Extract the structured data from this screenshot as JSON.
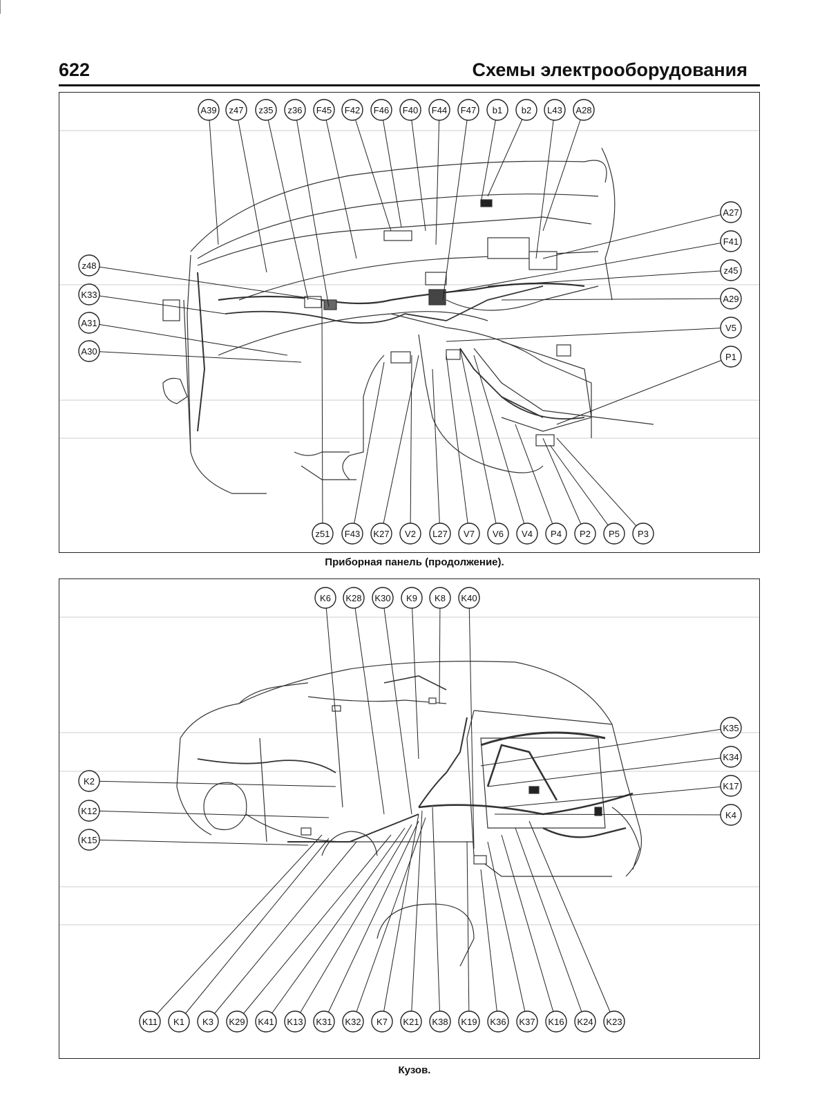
{
  "header": {
    "page_number": "622",
    "title": "Схемы электрооборудования"
  },
  "panel_dashboard": {
    "caption": "Приборная панель (продолжение).",
    "labels_top": [
      "A39",
      "z47",
      "z35",
      "z36",
      "F45",
      "F42",
      "F46",
      "F40",
      "F44",
      "F47",
      "b1",
      "b2",
      "L43",
      "A28"
    ],
    "labels_left": [
      "z48",
      "K33",
      "A31",
      "A30"
    ],
    "labels_right": [
      "A27",
      "F41",
      "z45",
      "A29",
      "V5",
      "P1"
    ],
    "labels_bottom": [
      "z51",
      "F43",
      "K27",
      "V2",
      "L27",
      "V7",
      "V6",
      "V4",
      "P4",
      "P2",
      "P5",
      "P3"
    ]
  },
  "panel_body": {
    "caption": "Кузов.",
    "labels_top": [
      "K6",
      "K28",
      "K30",
      "K9",
      "K8",
      "K40"
    ],
    "labels_left": [
      "K2",
      "K12",
      "K15"
    ],
    "labels_right": [
      "K35",
      "K34",
      "K17",
      "K4"
    ],
    "labels_bottom": [
      "K11",
      "K1",
      "K3",
      "K29",
      "K41",
      "K13",
      "K31",
      "K32",
      "K7",
      "K21",
      "K38",
      "K19",
      "K36",
      "K37",
      "K16",
      "K24",
      "K23"
    ]
  }
}
